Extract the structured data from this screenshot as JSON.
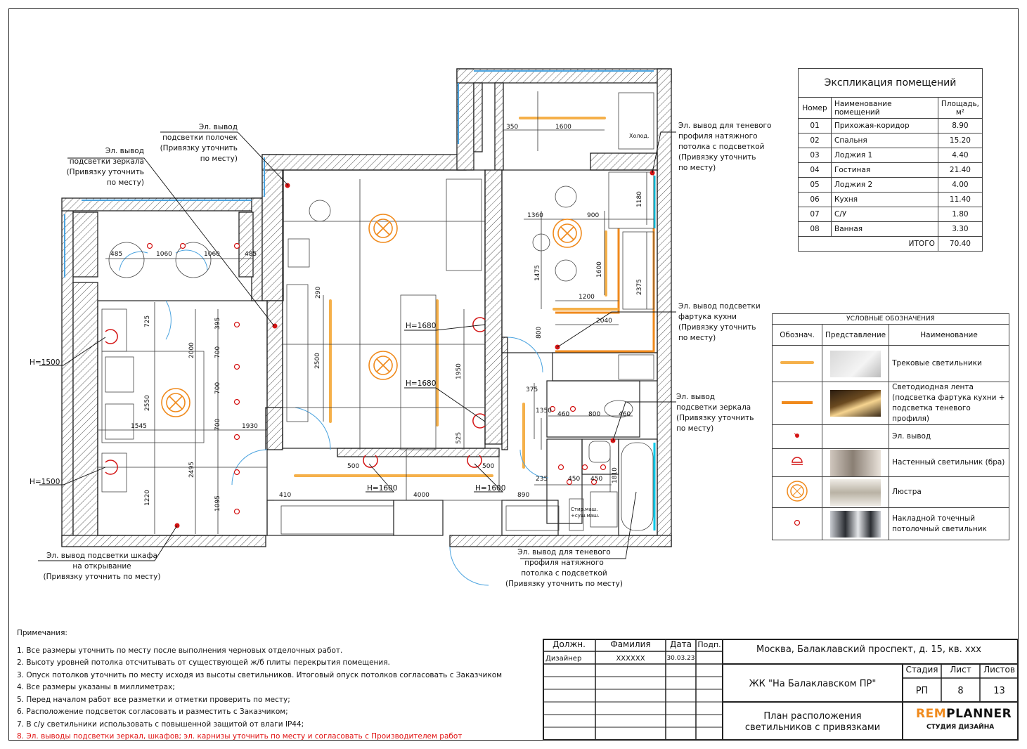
{
  "colors": {
    "wall": "#222222",
    "accent_orange": "#f08a1c",
    "light_track": "#f5b04a",
    "red": "#d41414",
    "cyan": "#00c8e8",
    "blue": "#4aa3df"
  },
  "explication": {
    "title": "Экспликация помещений",
    "headers": [
      "Номер",
      "Наименование помещений",
      "Площадь, м²"
    ],
    "rows": [
      [
        "01",
        "Прихожая-коридор",
        "8.90"
      ],
      [
        "02",
        "Спальня",
        "15.20"
      ],
      [
        "03",
        "Лоджия 1",
        "4.40"
      ],
      [
        "04",
        "Гостиная",
        "21.40"
      ],
      [
        "05",
        "Лоджия 2",
        "4.00"
      ],
      [
        "06",
        "Кухня",
        "11.40"
      ],
      [
        "07",
        "С/У",
        "1.80"
      ],
      [
        "08",
        "Ванная",
        "3.30"
      ]
    ],
    "total_label": "ИТОГО",
    "total_value": "70.40"
  },
  "legend": {
    "title": "УСЛОВНЫЕ ОБОЗНАЧЕНИЯ",
    "headers": [
      "Обознач.",
      "Представление",
      "Наименование"
    ],
    "rows": [
      {
        "symbol": "track-light",
        "image": "track-photo",
        "name": "Трековые светильники"
      },
      {
        "symbol": "led-strip",
        "image": "led-photo",
        "name": "Светодиодная лента (подсветка фартука кухни + подсветка теневого профиля)"
      },
      {
        "symbol": "outlet",
        "image": "",
        "name": "Эл. вывод"
      },
      {
        "symbol": "sconce",
        "image": "sconce-photo",
        "name": "Настенный светильник (бра)"
      },
      {
        "symbol": "chandelier",
        "image": "chandelier-photo",
        "name": "Люстра"
      },
      {
        "symbol": "spot",
        "image": "spot-photo",
        "name": "Накладной точечный потолочный светильник"
      }
    ]
  },
  "callouts": {
    "shelves": "Эл. вывод\nподсветки полочек\n(Привязку уточнить\nпо месту)",
    "mirror1": "Эл. вывод\nподсветки зеркала\n(Привязку уточнить\nпо месту)",
    "shadow1": "Эл. вывод для теневого\nпрофиля натяжного\nпотолка с подсветкой\n(Привязку уточнить\nпо месту)",
    "apron": "Эл. вывод подсветки\nфартука кухни\n(Привязку уточнить\nпо месту)",
    "mirror2": "Эл. вывод\nподсветки зеркала\n(Привязку уточнить\nпо месту)",
    "wardrobe": "Эл. вывод подсветки шкафа\nна открывание\n(Привязку уточнить по месту)",
    "shadow2": "Эл. вывод для теневого\nпрофиля натяжного\nпотолка с подсветкой\n(Привязку уточнить по месту)",
    "h1500a": "H=1500",
    "h1500b": "H=1500",
    "h1680a": "H=1680",
    "h1680b": "H=1680",
    "h1600a": "H=1600",
    "h1600b": "H=1600",
    "fridge": "Холод.",
    "washer": "Стир.маш.\n+суш.маш."
  },
  "dimensions": [
    "350",
    "1600",
    "1360",
    "900",
    "1180",
    "485",
    "1060",
    "1060",
    "485",
    "1475",
    "1600",
    "2375",
    "1200",
    "290",
    "2040",
    "800",
    "725",
    "395",
    "2000",
    "700",
    "700",
    "700",
    "2550",
    "1545",
    "1930",
    "2495",
    "1220",
    "1095",
    "2500",
    "1950",
    "525",
    "375",
    "1350",
    "460",
    "800",
    "460",
    "235",
    "450",
    "450",
    "1810",
    "500",
    "500",
    "410",
    "4000",
    "890"
  ],
  "notes": {
    "title": "Примечания:",
    "items": [
      "1.  Все размеры уточнить по месту после выполнения черновых отделочных работ.",
      "2.  Высоту уровней потолка отсчитывать от существующей ж/б плиты перекрытия помещения.",
      "3.  Опуск потолков уточнить по месту исходя из высоты светильников. Итоговый опуск потолков согласовать с Заказчиком",
      "4.  Все размеры указаны в миллиметрах;",
      "5.  Перед началом работ все разметки и отметки проверить по месту;",
      "6.  Расположение подсветок согласовать и разместить с Заказчиком;",
      "7.  В с/у светильники использовать с повышенной защитой от влаги IP44;"
    ],
    "red_item": "8.  Эл. выводы подсветки зеркал, шкафов; эл. карнизы уточнить по месту и согласовать с Производителем работ"
  },
  "stamp": {
    "col_headers": [
      "Должн.",
      "Фамилия",
      "Дата",
      "Подп."
    ],
    "role": "Дизайнер",
    "surname": "XXXXXX",
    "date": "30.03.23",
    "address": "Москва, Балаклавский проспект, д. 15, кв. xxx",
    "complex": "ЖК \"На Балаклавском ПР\"",
    "stage_label": "Стадия",
    "sheet_label": "Лист",
    "sheets_label": "Листов",
    "stage": "РП",
    "sheet": "8",
    "sheets": "13",
    "drawing_title": "План расположения\nсветильников с привязками",
    "brand": "REMPLANNER",
    "brand_sub": "СТУДИЯ ДИЗАЙНА"
  }
}
